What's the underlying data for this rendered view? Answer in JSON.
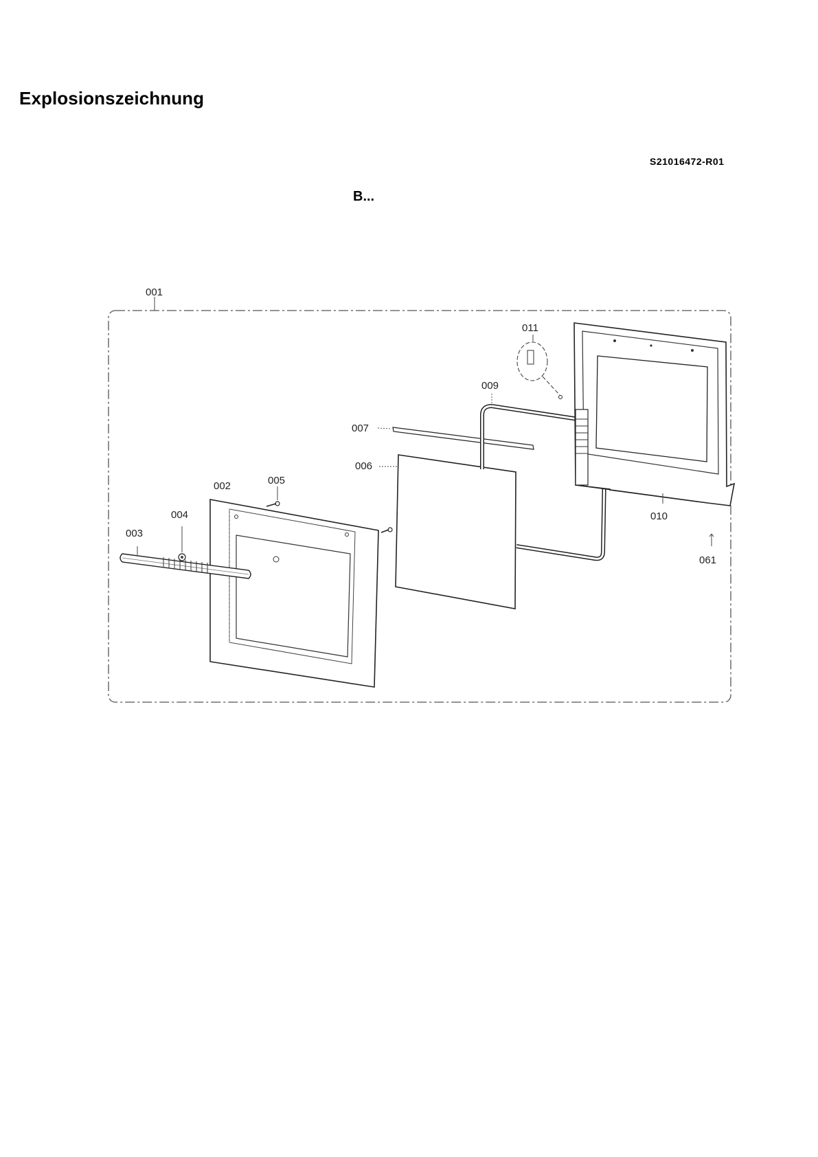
{
  "header": {
    "title": "Explosionszeichnung",
    "drawing_code": "S21016472-R01",
    "model": "B..."
  },
  "callouts": {
    "c001": "001",
    "c002": "002",
    "c003": "003",
    "c004": "004",
    "c005": "005",
    "c006": "006",
    "c007": "007",
    "c009": "009",
    "c010": "010",
    "c011": "011",
    "c061": "061"
  }
}
